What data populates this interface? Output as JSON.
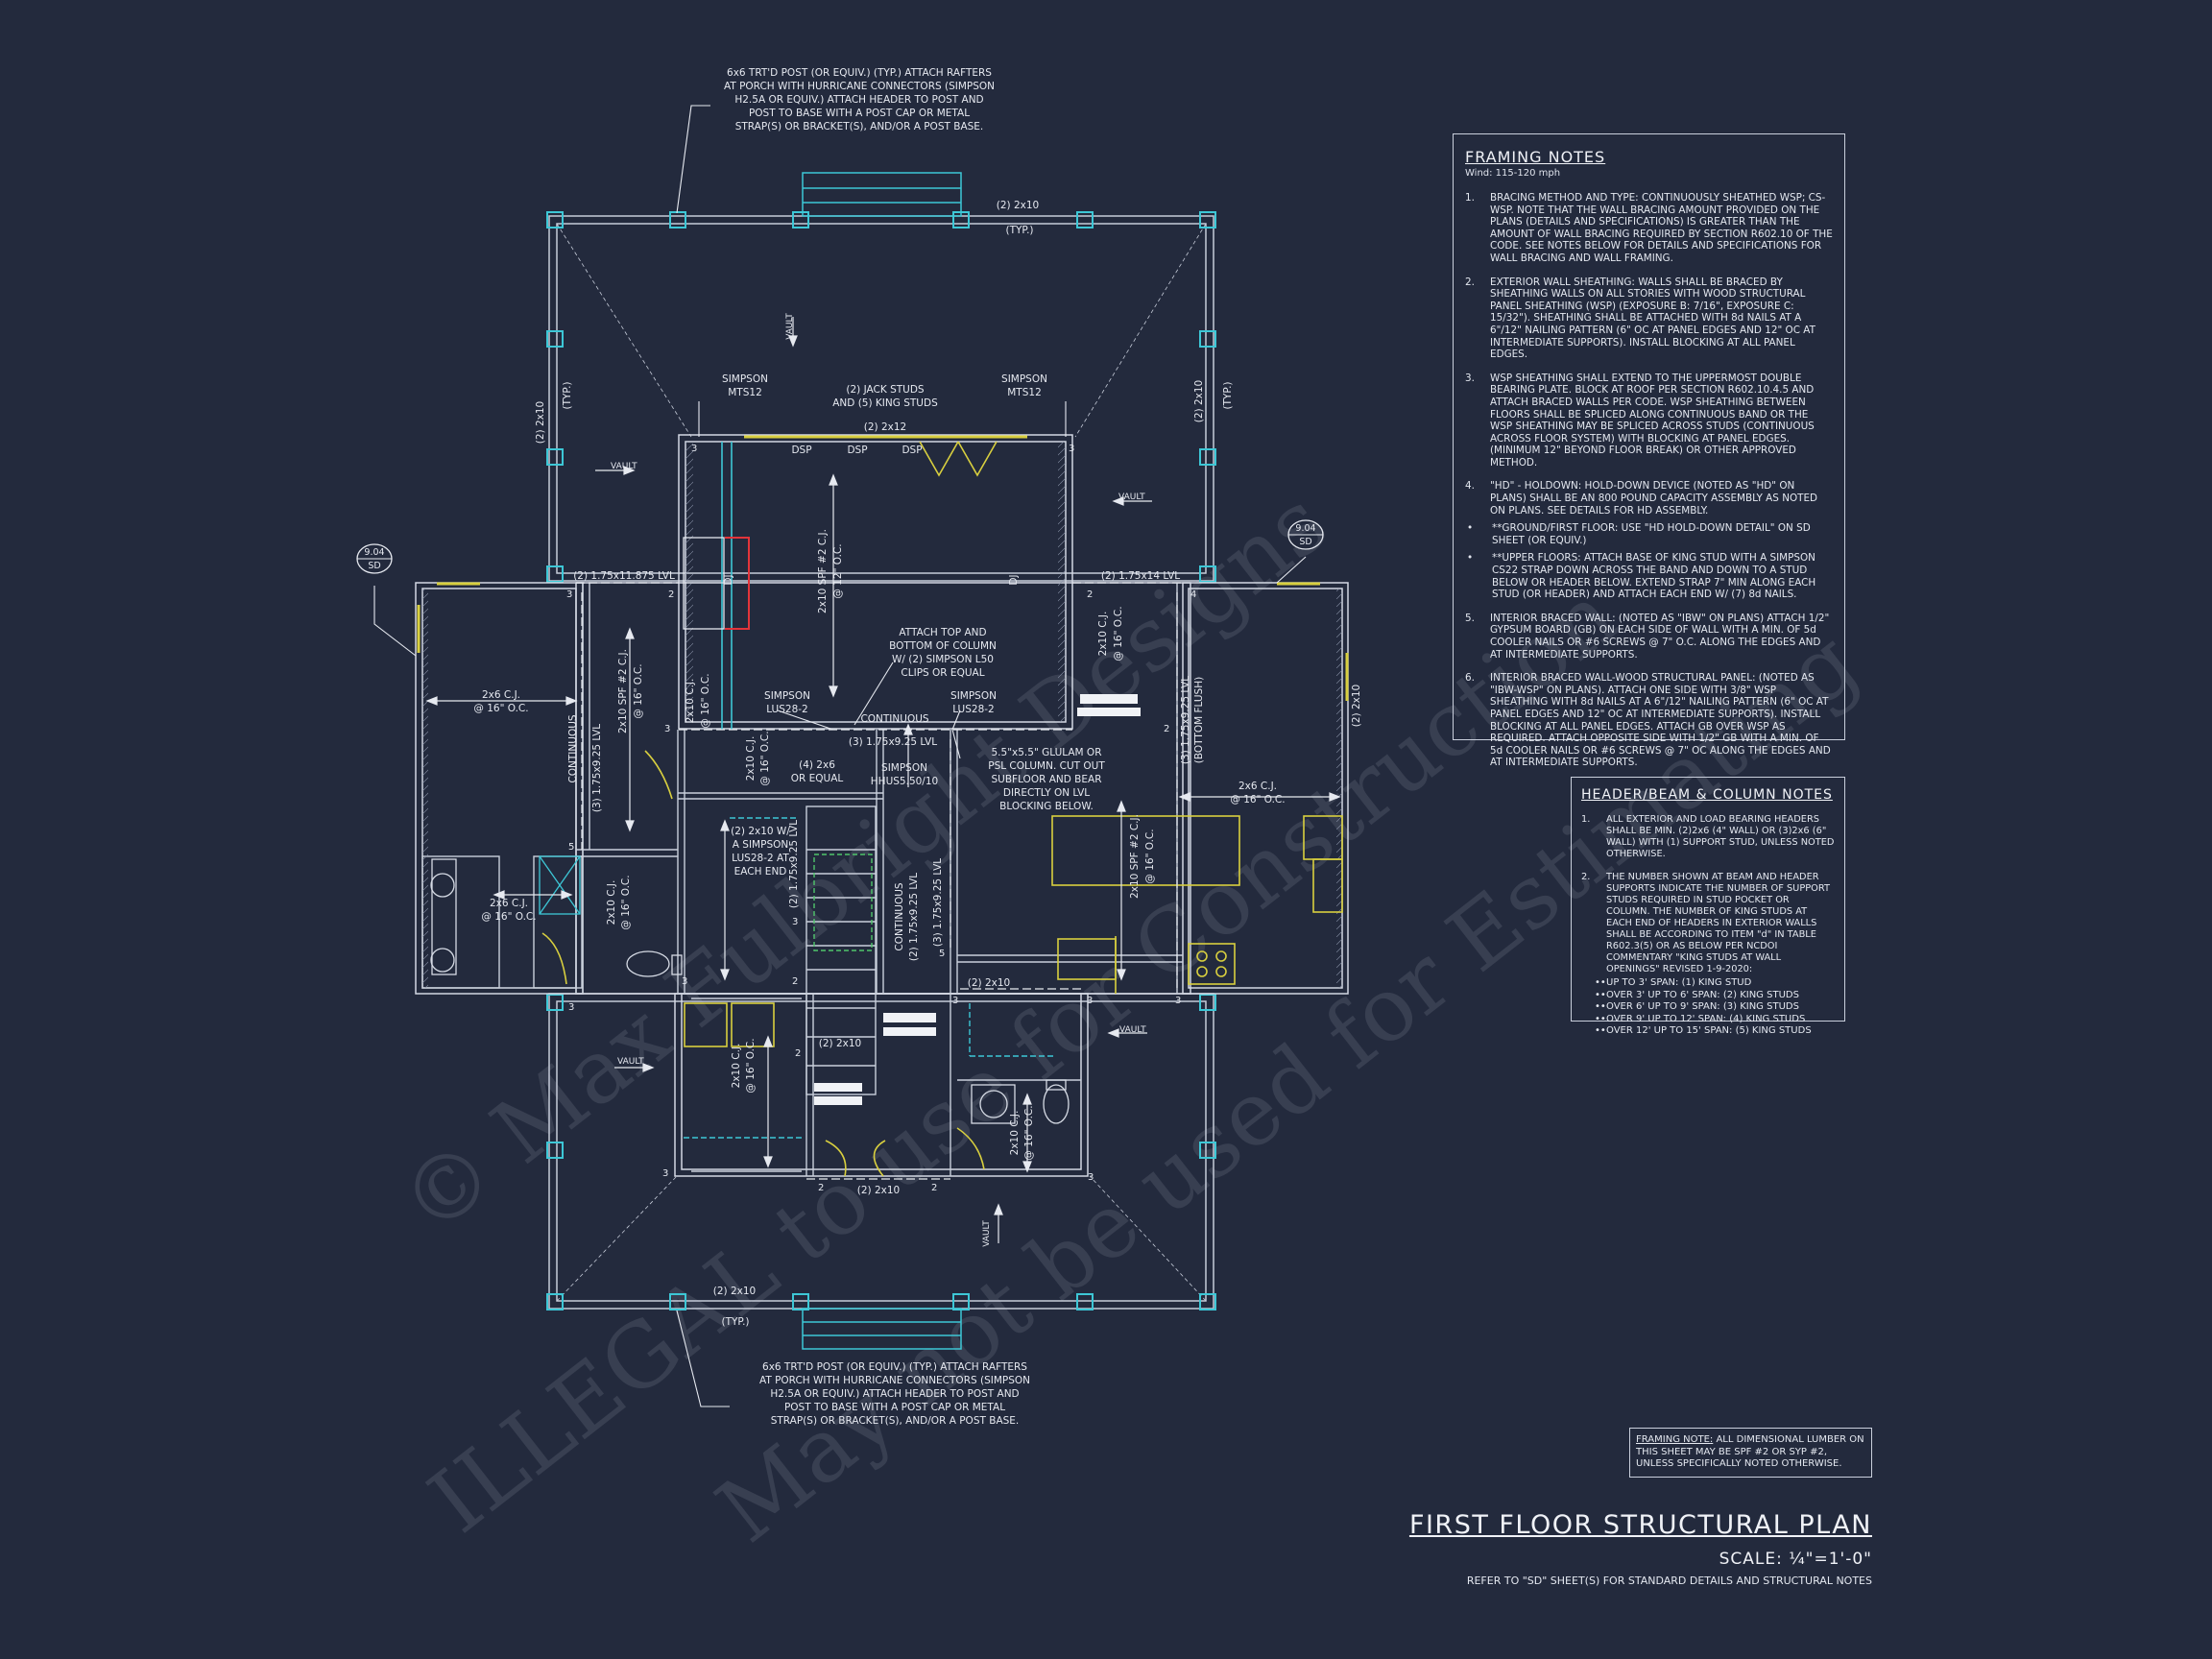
{
  "sheet": {
    "title": "FIRST FLOOR STRUCTURAL PLAN",
    "scale": "SCALE: ¼\"=1'-0\"",
    "refer": "REFER TO \"SD\" SHEET(S) FOR STANDARD DETAILS AND STRUCTURAL NOTES",
    "watermark_lines": [
      "© Max Fulbright Designs",
      "ILLEGAL to use for Construction",
      "May not be used for Estimating"
    ]
  },
  "framing_notes": {
    "title": "FRAMING NOTES",
    "wind": "Wind: 115-120 mph",
    "items": [
      {
        "num": "1.",
        "text": "BRACING METHOD AND TYPE: CONTINUOUSLY SHEATHED WSP; CS-WSP. NOTE THAT THE WALL BRACING AMOUNT PROVIDED ON THE PLANS (DETAILS AND SPECIFICATIONS) IS GREATER THAN THE AMOUNT OF WALL BRACING REQUIRED BY SECTION R602.10 OF THE CODE. SEE NOTES BELOW FOR DETAILS AND SPECIFICATIONS FOR WALL BRACING AND WALL FRAMING."
      },
      {
        "num": "2.",
        "text": "EXTERIOR WALL SHEATHING: WALLS SHALL BE BRACED BY SHEATHING WALLS ON ALL STORIES WITH WOOD STRUCTURAL PANEL SHEATHING (WSP) (EXPOSURE B: 7/16\", EXPOSURE C: 15/32\"). SHEATHING SHALL BE ATTACHED WITH 8d NAILS AT A 6\"/12\" NAILING PATTERN (6\" OC AT PANEL EDGES AND 12\" OC AT INTERMEDIATE SUPPORTS). INSTALL BLOCKING AT ALL PANEL EDGES."
      },
      {
        "num": "3.",
        "text": "WSP SHEATHING SHALL EXTEND TO THE UPPERMOST DOUBLE BEARING PLATE. BLOCK AT ROOF PER SECTION R602.10.4.5 AND ATTACH BRACED WALLS PER CODE. WSP SHEATHING BETWEEN FLOORS SHALL BE SPLICED ALONG CONTINUOUS BAND OR THE WSP SHEATHING MAY BE SPLICED ACROSS STUDS (CONTINUOUS ACROSS FLOOR SYSTEM) WITH BLOCKING AT PANEL EDGES. (MINIMUM 12\" BEYOND FLOOR BREAK) OR OTHER APPROVED METHOD."
      },
      {
        "num": "4.",
        "text": "\"HD\" - HOLDOWN: HOLD-DOWN DEVICE (NOTED AS \"HD\" ON PLANS) SHALL BE AN 800 POUND CAPACITY ASSEMBLY AS NOTED ON PLANS. SEE DETAILS FOR HD ASSEMBLY."
      }
    ],
    "bullets": [
      "**GROUND/FIRST FLOOR: USE \"HD HOLD-DOWN DETAIL\" ON SD SHEET (OR EQUIV.)",
      "**UPPER FLOORS: ATTACH BASE OF KING STUD WITH A SIMPSON CS22 STRAP DOWN ACROSS THE BAND AND DOWN TO A STUD BELOW OR HEADER BELOW. EXTEND STRAP 7\" MIN ALONG EACH STUD (OR HEADER) AND ATTACH EACH END W/ (7) 8d NAILS."
    ],
    "items2": [
      {
        "num": "5.",
        "text": "INTERIOR BRACED WALL: (NOTED AS \"IBW\" ON PLANS) ATTACH 1/2\" GYPSUM BOARD (GB) ON EACH SIDE OF WALL WITH A MIN. OF 5d COOLER NAILS OR #6 SCREWS @ 7\" O.C. ALONG THE EDGES AND AT INTERMEDIATE SUPPORTS."
      },
      {
        "num": "6.",
        "text": "INTERIOR BRACED WALL-WOOD STRUCTURAL PANEL: (NOTED AS \"IBW-WSP\" ON PLANS). ATTACH ONE SIDE WITH 3/8\" WSP SHEATHING WITH 8d NAILS AT A 6\"/12\" NAILING PATTERN (6\" OC AT PANEL EDGES AND 12\" OC AT INTERMEDIATE SUPPORTS). INSTALL BLOCKING AT ALL PANEL EDGES. ATTACH GB OVER WSP AS REQUIRED. ATTACH OPPOSITE SIDE WITH 1/2\" GB WITH A MIN. OF 5d COOLER NAILS OR #6 SCREWS @ 7\" OC ALONG THE EDGES AND AT INTERMEDIATE SUPPORTS."
      }
    ]
  },
  "header_notes": {
    "title": "HEADER/BEAM & COLUMN NOTES",
    "items": [
      {
        "num": "1.",
        "text": "ALL EXTERIOR AND LOAD BEARING HEADERS SHALL BE MIN. (2)2x6 (4\" WALL) OR (3)2x6 (6\" WALL) WITH (1) SUPPORT STUD, UNLESS NOTED OTHERWISE."
      },
      {
        "num": "2.",
        "text": "THE NUMBER SHOWN AT BEAM AND HEADER SUPPORTS INDICATE THE NUMBER OF SUPPORT STUDS REQUIRED IN STUD POCKET OR COLUMN. THE NUMBER OF KING STUDS AT EACH END OF HEADERS IN EXTERIOR WALLS SHALL BE ACCORDING TO ITEM \"d\" IN TABLE R602.3(5) OR AS BELOW PER NCDOI COMMENTARY \"KING STUDS AT WALL OPENINGS\" REVISED 1-9-2020:"
      }
    ],
    "spans": [
      "UP TO 3' SPAN: (1) KING STUD",
      "OVER 3' UP TO 6' SPAN: (2) KING STUDS",
      "OVER 6' UP TO 9' SPAN: (3) KING STUDS",
      "OVER 9' UP TO 12' SPAN: (4) KING STUDS",
      "OVER 12' UP TO 15' SPAN: (5) KING STUDS"
    ]
  },
  "framing_note_box": {
    "label": "FRAMING NOTE:",
    "text": "ALL DIMENSIONAL LUMBER ON THIS SHEET MAY BE SPF #2 OR SYP #2, UNLESS SPECIFICALLY NOTED OTHERWISE."
  },
  "plan_labels": {
    "post_note_top": [
      "6x6 TRT'D POST (OR EQUIV.) (TYP.) ATTACH RAFTERS",
      "AT PORCH WITH HURRICANE CONNECTORS (SIMPSON",
      "H2.5A OR EQUIV.) ATTACH HEADER TO POST AND",
      "POST TO BASE WITH A POST CAP OR METAL",
      "STRAP(S) OR BRACKET(S), AND/OR A POST BASE."
    ],
    "post_note_bottom": [
      "6x6 TRT'D POST (OR EQUIV.) (TYP.) ATTACH RAFTERS",
      "AT PORCH WITH HURRICANE CONNECTORS (SIMPSON",
      "H2.5A OR EQUIV.) ATTACH HEADER TO POST AND",
      "POST TO BASE WITH A POST CAP OR METAL",
      "STRAP(S) OR BRACKET(S), AND/OR A POST BASE."
    ],
    "top_2x10": "(2) 2x10",
    "typ": "(TYP.)",
    "vault": "VAULT",
    "simpson_mts12": [
      "SIMPSON",
      "MTS12"
    ],
    "jack_studs": [
      "(2) JACK STUDS",
      "AND (5) KING STUDS"
    ],
    "two_2x12": "(2) 2x12",
    "dsp": "DSP",
    "dj": "DJ",
    "lvl_left": "(2) 1.75x11.875 LVL",
    "lvl_right": "(2) 1.75x14 LVL",
    "cj_12": [
      "2x10 SPF #2 C.J.",
      "@ 12\" O.C."
    ],
    "attach_top": [
      "ATTACH TOP AND",
      "BOTTOM OF COLUMN",
      "W/ (2) SIMPSON L50",
      "CLIPS OR EQUAL"
    ],
    "continuous": "CONTINUOUS",
    "simpson_lus28": [
      "SIMPSON",
      "LUS28-2"
    ],
    "lvl_3_925": "(3) 1.75x9.25 LVL",
    "simpson_hhus": [
      "SIMPSON",
      "HHUS5.50/10"
    ],
    "glulam": [
      "5.5\"x5.5\" GLULAM OR",
      "PSL COLUMN. CUT OUT",
      "SUBFLOOR AND BEAR",
      "DIRECTLY ON LVL",
      "BLOCKING BELOW."
    ],
    "cj_2x6_16": [
      "2x6 C.J.",
      "@ 16\" O.C."
    ],
    "cj_2x10_16": [
      "2x10 C.J.",
      "@ 16\" O.C."
    ],
    "cj_spf_16": [
      "2x10 SPF #2 C.J.",
      "@ 16\" O.C."
    ],
    "two_2x6": [
      "(4) 2x6",
      "OR EQUAL"
    ],
    "lus_each_end": [
      "(2) 2x10 W/",
      "A SIMPSON",
      "LUS28-2 AT",
      "EACH END"
    ],
    "lvl_3_925_bottom": "(3) 1.75x9.25 LVL",
    "lvl_2_925": "(2) 1.75x9.25 LVL",
    "lvl_flush": [
      "(3) 1.75x9.25 LVL",
      "(BOTTOM FLUSH)"
    ],
    "two_2x10": "(2) 2x10",
    "sd_bubble": [
      "9.04",
      "SD"
    ],
    "cj_6_16": [
      "2x6 C.J.",
      "@ 16\" O.C."
    ]
  }
}
